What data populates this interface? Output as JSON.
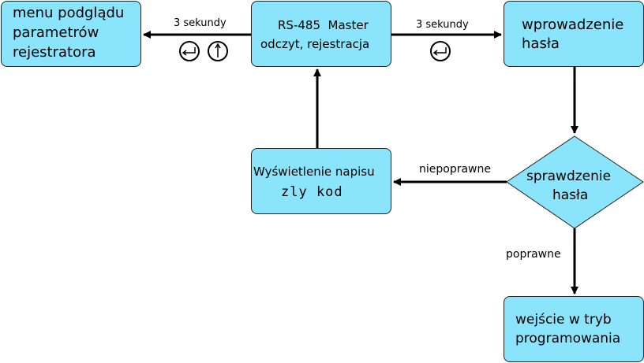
{
  "nodes": {
    "menu": {
      "line1": "menu podglądu",
      "line2": "parametrów",
      "line3": "rejestratora"
    },
    "master": {
      "line1": "RS-485  Master",
      "line2": "odczyt, rejestracja"
    },
    "password": {
      "line1": "wprowadzenie",
      "line2": "hasła"
    },
    "error": {
      "line1": "Wyświetlenie napisu",
      "line2": "zly kod"
    },
    "check": {
      "line1": "sprawdzenie",
      "line2": "hasła"
    },
    "program": {
      "line1": "wejście w tryb",
      "line2": "programowania"
    }
  },
  "edges": {
    "to_menu": {
      "label": "3 sekundy",
      "icons": [
        "enter-key-icon",
        "up-arrow-key-icon"
      ]
    },
    "to_password": {
      "label": "3 sekundy",
      "icons": [
        "enter-key-icon"
      ]
    },
    "incorrect": {
      "label": "niepoprawne"
    },
    "correct": {
      "label": "poprawne"
    }
  }
}
